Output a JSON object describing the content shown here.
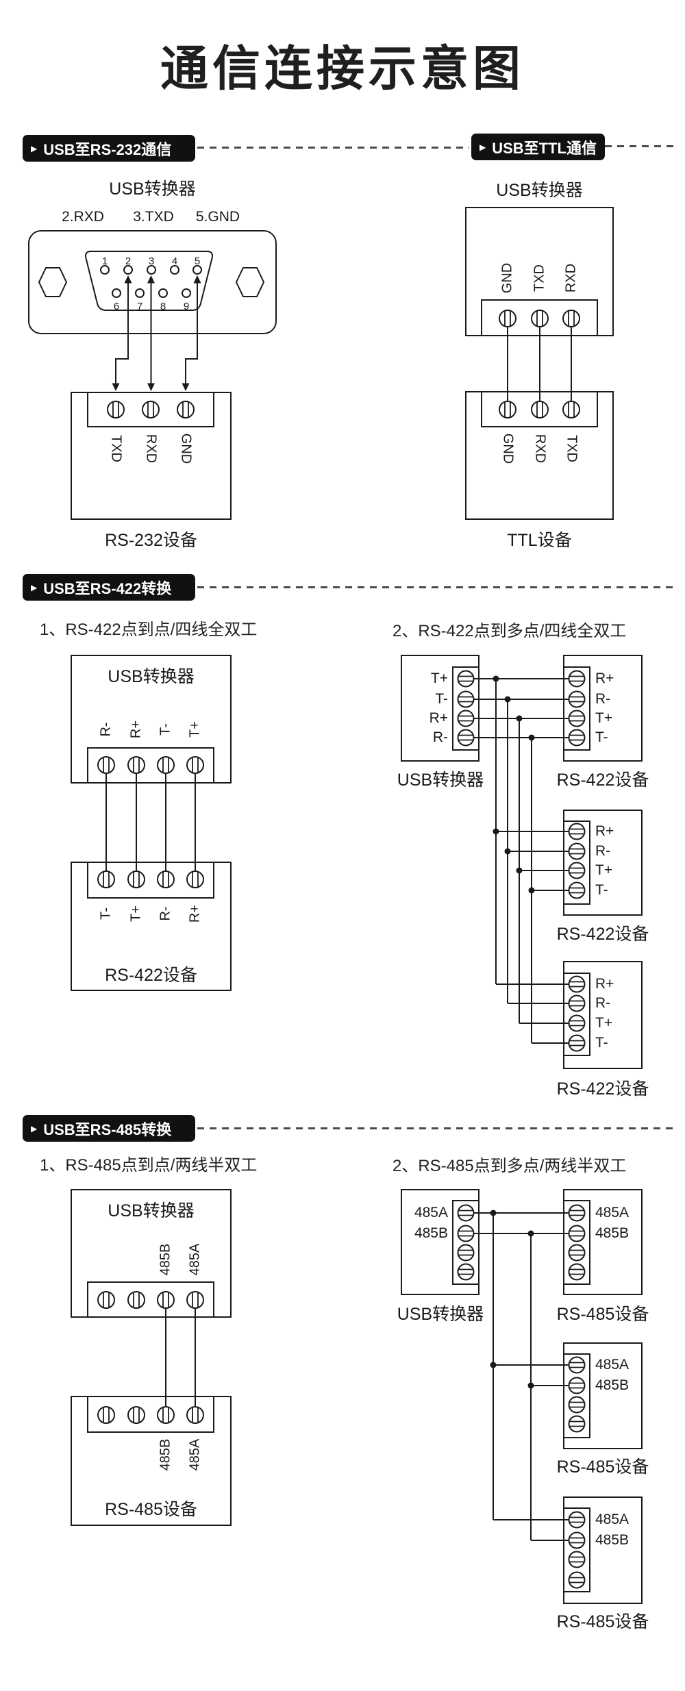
{
  "title": "通信连接示意图",
  "badge_icon": "▶",
  "colors": {
    "ink": "#1a1a1a",
    "background": "#ffffff",
    "badge_bg": "#111111",
    "badge_text": "#ffffff"
  },
  "badges": {
    "rs232": "USB至RS-232通信",
    "ttl": "USB至TTL通信",
    "rs422": "USB至RS-422转换",
    "rs485": "USB至RS-485转换"
  },
  "labels": {
    "converter": "USB转换器",
    "rs232_device": "RS-232设备",
    "ttl_device": "TTL设备",
    "rs422_device": "RS-422设备",
    "rs485_device": "RS-485设备"
  },
  "s1": {
    "pin_map": [
      "2.RXD",
      "3.TXD",
      "5.GND"
    ],
    "db9_pins_top": [
      "1",
      "2",
      "3",
      "4",
      "5"
    ],
    "db9_pins_bottom": [
      "6",
      "7",
      "8",
      "9"
    ],
    "rs232_terminals": [
      "TXD",
      "RXD",
      "GND"
    ],
    "ttl_converter_terminals": [
      "GND",
      "TXD",
      "RXD"
    ],
    "ttl_device_terminals": [
      "GND",
      "RXD",
      "TXD"
    ]
  },
  "s2": {
    "sub1": "1、RS-422点到点/四线全双工",
    "sub2": "2、RS-422点到多点/四线全双工",
    "p2p_converter_terminals": [
      "R-",
      "R+",
      "T-",
      "T+"
    ],
    "p2p_device_terminals": [
      "T-",
      "T+",
      "R-",
      "R+"
    ],
    "multi_converter_terminals": [
      "T+",
      "T-",
      "R+",
      "R-"
    ],
    "multi_device_terminals": [
      "R+",
      "R-",
      "T+",
      "T-"
    ]
  },
  "s3": {
    "sub1": "1、RS-485点到点/两线半双工",
    "sub2": "2、RS-485点到多点/两线半双工",
    "p2p_converter_terminals": [
      "485B",
      "485A"
    ],
    "p2p_device_terminals": [
      "485B",
      "485A"
    ],
    "multi_terminals": [
      "485A",
      "485B"
    ]
  }
}
